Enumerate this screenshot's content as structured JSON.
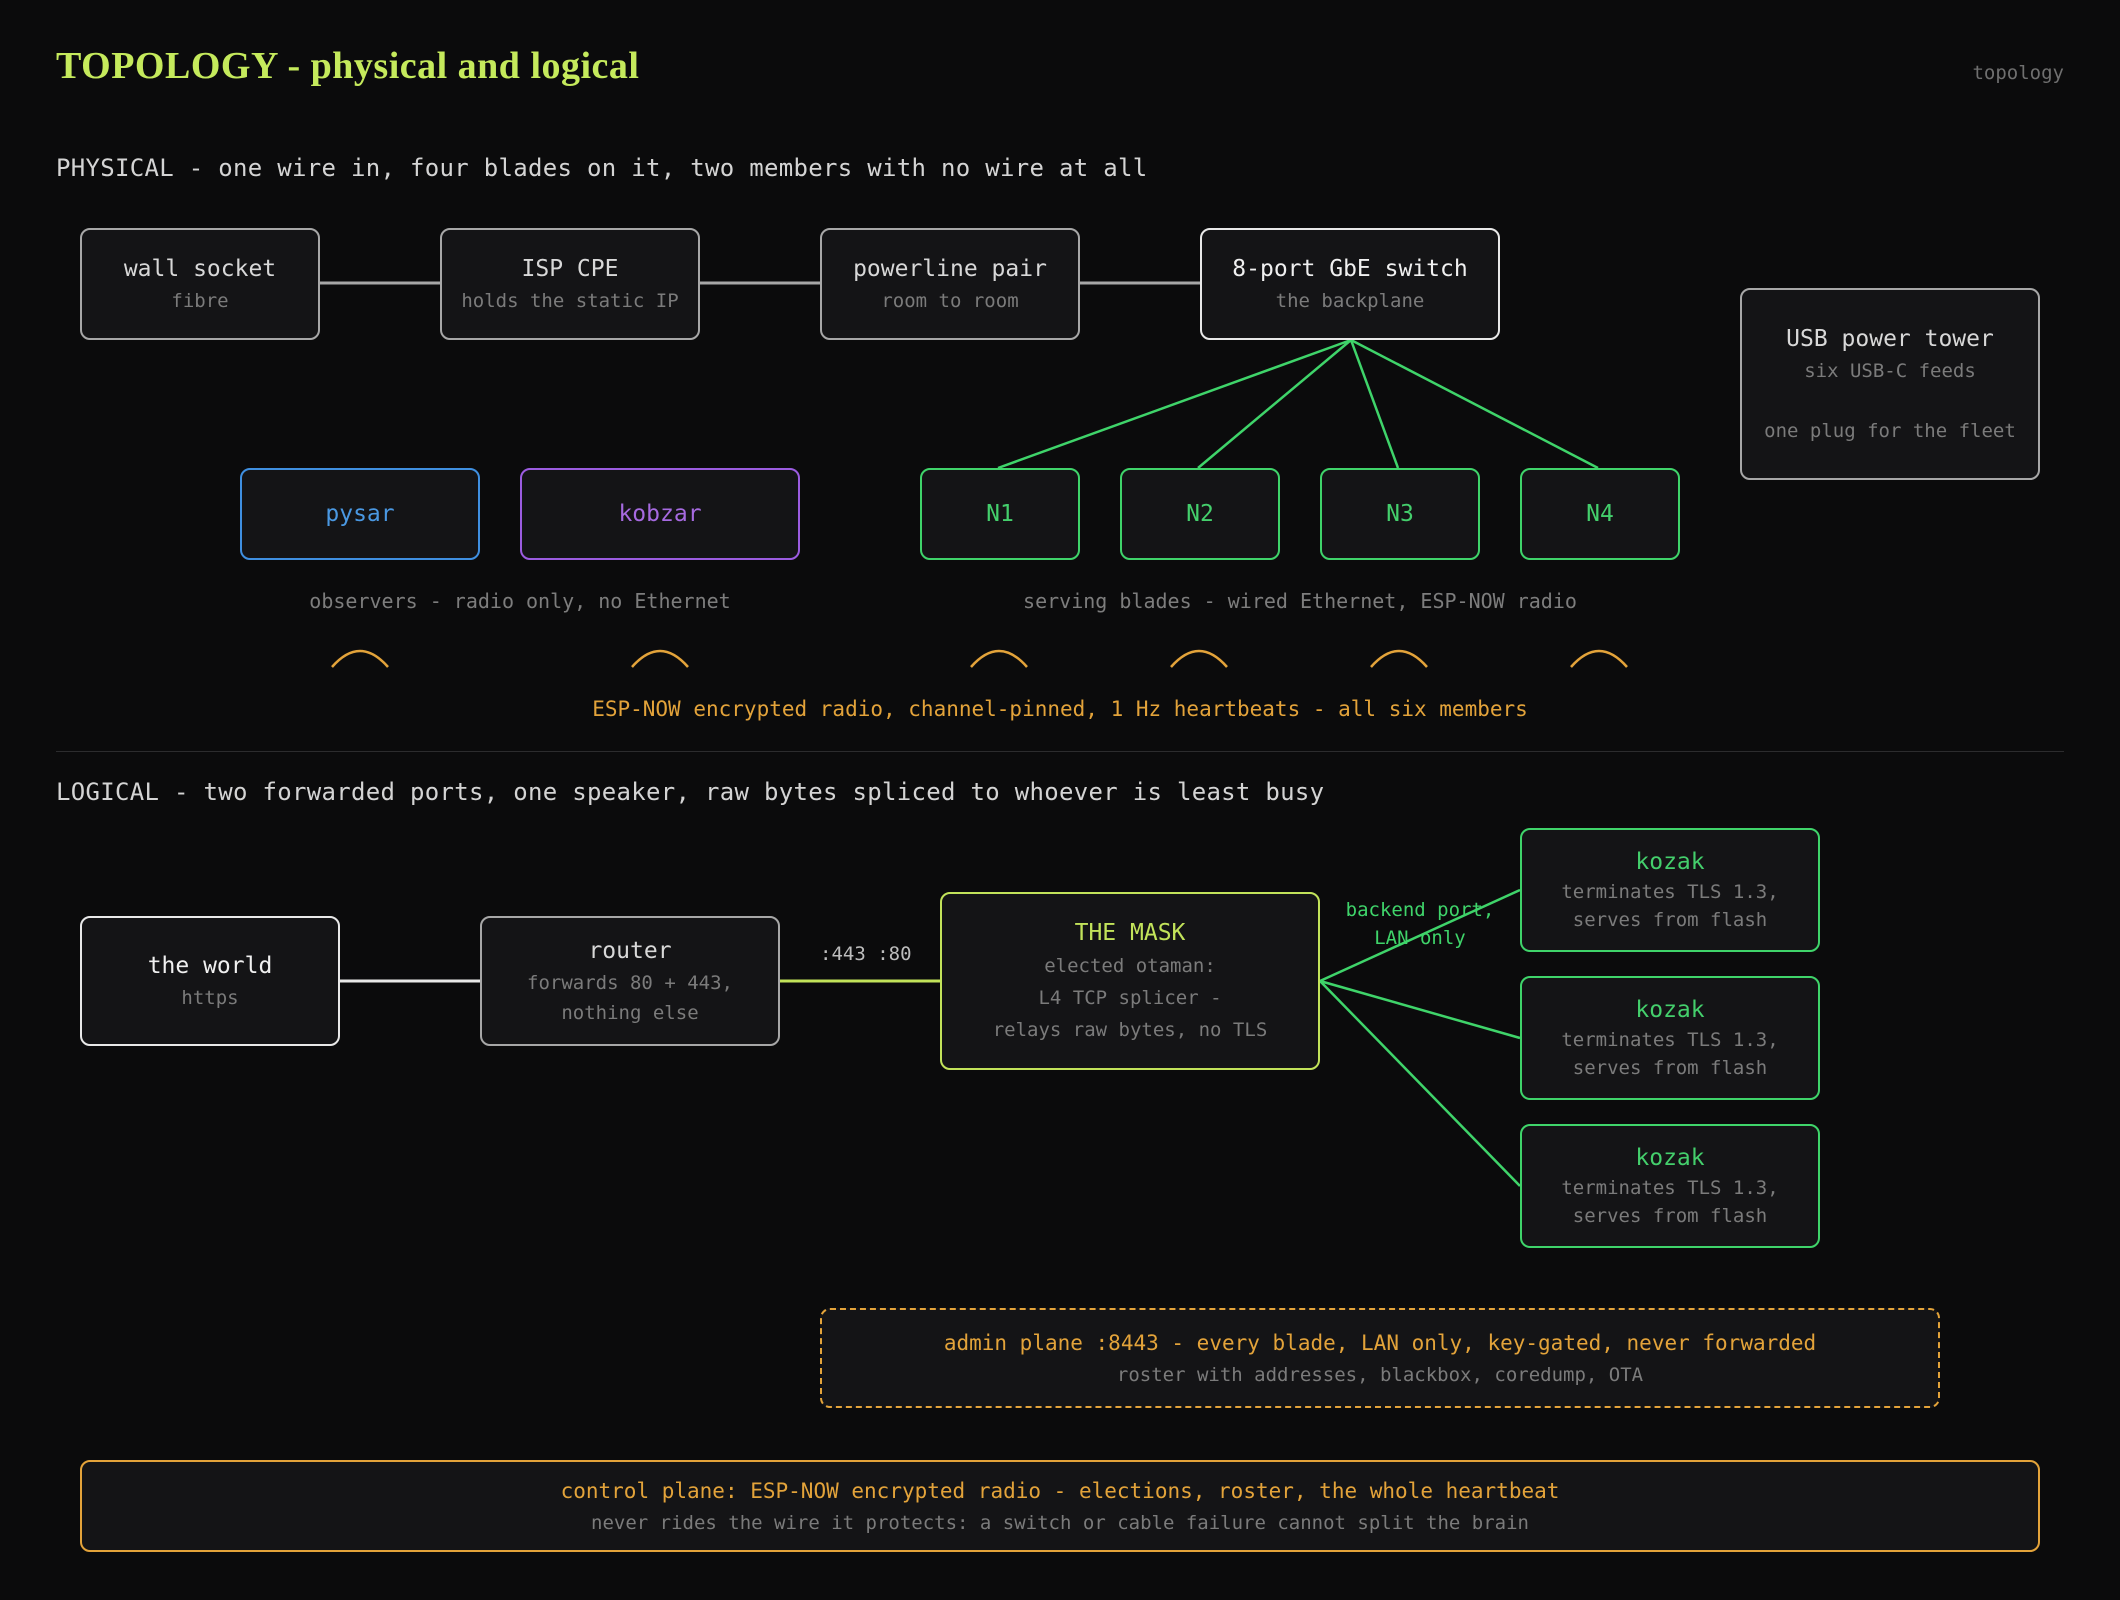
{
  "header": {
    "title": "TOPOLOGY - physical and logical",
    "tag": "topology"
  },
  "physical": {
    "heading": "PHYSICAL - one wire in, four blades on it, two members with no wire at all",
    "chain": [
      {
        "name": "wall socket",
        "sub": "fibre"
      },
      {
        "name": "ISP CPE",
        "sub": "holds the static IP"
      },
      {
        "name": "powerline pair",
        "sub": "room to room"
      },
      {
        "name": "8-port GbE switch",
        "sub": "the backplane"
      }
    ],
    "power": {
      "name": "USB power tower",
      "sub1": "six USB-C feeds",
      "sub2": "one plug for the fleet"
    },
    "observers": [
      {
        "name": "pysar"
      },
      {
        "name": "kobzar"
      }
    ],
    "blades": [
      {
        "name": "N1"
      },
      {
        "name": "N2"
      },
      {
        "name": "N3"
      },
      {
        "name": "N4"
      }
    ],
    "observers_caption": "observers - radio only, no Ethernet",
    "blades_caption": "serving blades - wired Ethernet, ESP-NOW radio",
    "radio_caption": "ESP-NOW encrypted radio, channel-pinned, 1 Hz heartbeats - all six members"
  },
  "logical": {
    "heading": "LOGICAL - two forwarded ports, one speaker, raw bytes spliced to whoever is least busy",
    "world": {
      "name": "the world",
      "sub": "https"
    },
    "router": {
      "name": "router",
      "sub1": "forwards 80 + 443,",
      "sub2": "nothing else"
    },
    "ports_label": ":443 :80",
    "mask": {
      "name": "THE MASK",
      "sub1": "elected otaman:",
      "sub2": "L4 TCP splicer -",
      "sub3": "relays raw bytes, no TLS"
    },
    "backend_label": {
      "line1": "backend port,",
      "line2": "LAN only"
    },
    "kozaks": [
      {
        "name": "kozak",
        "sub1": "terminates TLS 1.3,",
        "sub2": "serves from flash"
      },
      {
        "name": "kozak",
        "sub1": "terminates TLS 1.3,",
        "sub2": "serves from flash"
      },
      {
        "name": "kozak",
        "sub1": "terminates TLS 1.3,",
        "sub2": "serves from flash"
      }
    ],
    "admin": {
      "name": "admin plane :8443 - every blade, LAN only, key-gated, never forwarded",
      "sub": "roster with addresses, blackbox, coredump, OTA"
    },
    "control": {
      "name": "control plane: ESP-NOW encrypted radio - elections, roster, the whole heartbeat",
      "sub": "never rides the wire it protects: a switch or cable failure cannot split the brain"
    }
  },
  "colors": {
    "background": "#0b0b0c",
    "title": "#c5ea5c",
    "blade_green": "#3fd46a",
    "observer_blue": "#3f8fe0",
    "observer_purple": "#9b5ce0",
    "mask_lime": "#c2e35a",
    "radio_orange": "#e3a33a",
    "wire_gray": "#a7a7a7"
  },
  "icons": {
    "radio_arc": "radio-wave-icon"
  }
}
